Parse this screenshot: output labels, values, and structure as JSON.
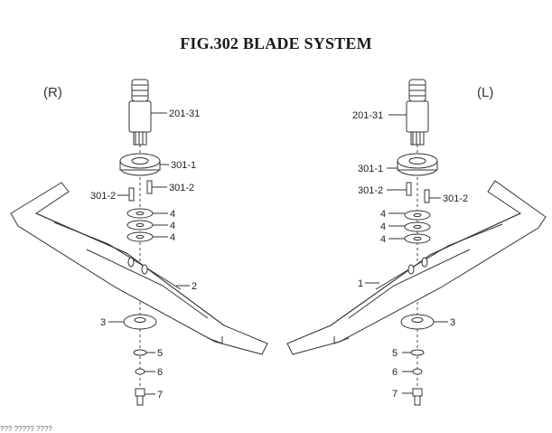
{
  "figure": {
    "title": "FIG.302  BLADE SYSTEM",
    "side_right": "(R)",
    "side_left": "(L)"
  },
  "callouts_right": {
    "spindle": "201-31",
    "bearing": "301-1",
    "key_left": "301-2",
    "key_right": "301-2",
    "washer_a": "4",
    "washer_b": "4",
    "washer_c": "4",
    "blade": "2",
    "adapter": "3",
    "flat_washer": "5",
    "lock_washer": "6",
    "bolt": "7"
  },
  "callouts_left": {
    "spindle": "201-31",
    "bearing": "301-1",
    "key_left": "301-2",
    "key_right": "301-2",
    "washer_a": "4",
    "washer_b": "4",
    "washer_c": "4",
    "blade": "1",
    "adapter": "3",
    "flat_washer": "5",
    "lock_washer": "6",
    "bolt": "7"
  },
  "footer": "??? ????? ????"
}
